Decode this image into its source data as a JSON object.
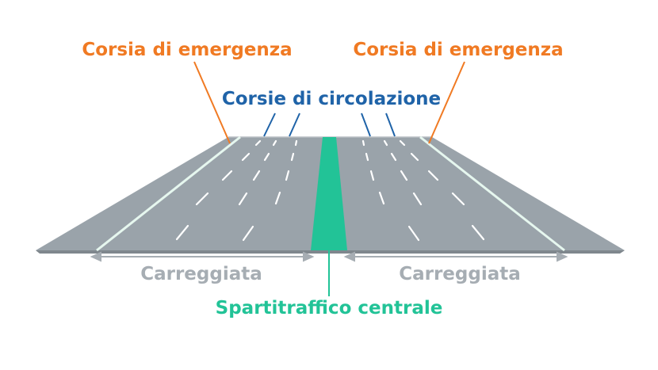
{
  "labels": {
    "emergency_left": "Corsia di emergenza",
    "emergency_right": "Corsia di emergenza",
    "traffic_lanes": "Corsie di circolazione",
    "carriageway_left": "Carreggiata",
    "carriageway_right": "Carreggiata",
    "central_median": "Spartitraffico centrale"
  },
  "colors": {
    "emergency": "#f07a23",
    "traffic_lanes": "#1f63a8",
    "carriageway": "#a6adb3",
    "median": "#22c397",
    "road_surface": "#9aa3aa",
    "road_edge": "#7f878d",
    "shoulder_line": "#e6f7ef",
    "lane_marking": "#ffffff"
  }
}
